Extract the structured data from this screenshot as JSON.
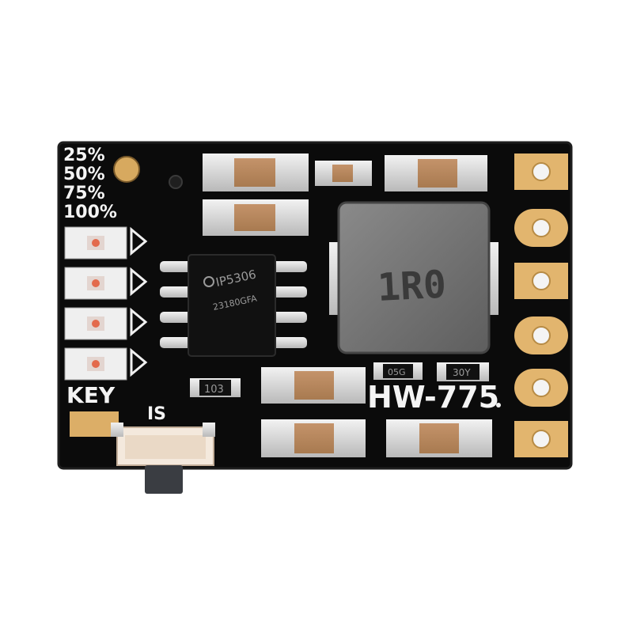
{
  "board": {
    "color": "#0b0b0b",
    "pad_color": "#e2b56e",
    "smd_body_color": "#b8865a",
    "model": "HW-775"
  },
  "labels": {
    "level_25": "25%",
    "level_50": "50%",
    "level_75": "75%",
    "level_100": "100%",
    "key": "KEY",
    "switch_mark": "IS"
  },
  "chip": {
    "part": "IP5306",
    "code": "23180GFA"
  },
  "inductor": {
    "marking": "1R0"
  },
  "small_parts": {
    "r1": "103",
    "r2": "05G",
    "r3": "30Y"
  }
}
